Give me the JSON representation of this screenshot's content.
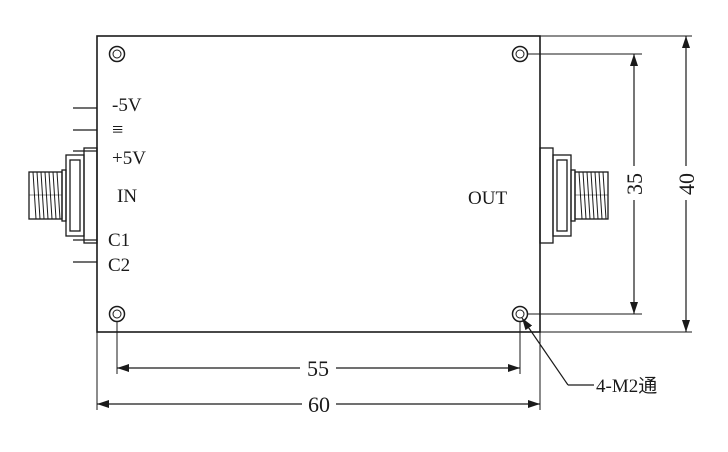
{
  "pins": {
    "minus5v": "-5V",
    "ground_symbol": "≡",
    "plus5v": "+5V",
    "c1": "C1",
    "c2": "C2"
  },
  "ports": {
    "input": "IN",
    "output": "OUT"
  },
  "dimensions": {
    "width_outer": "60",
    "width_holes": "55",
    "height_outer": "40",
    "height_holes": "35"
  },
  "callout": {
    "mounting_holes": "4-M2通"
  }
}
